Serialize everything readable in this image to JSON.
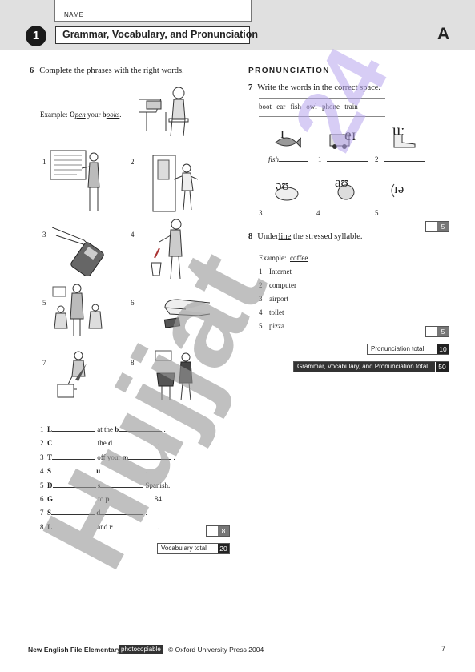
{
  "header": {
    "name_label": "NAME",
    "unit_number": "1",
    "title": "Grammar, Vocabulary, and Pronunciation",
    "section_letter": "A"
  },
  "exercise6": {
    "number": "6",
    "instruction": "Complete the phrases with the right words.",
    "example_label": "Example:",
    "example_text": "Open your books.",
    "picture_numbers": [
      "1",
      "2",
      "3",
      "4",
      "5",
      "6",
      "7",
      "8"
    ],
    "answers": [
      {
        "n": "1",
        "a": "L",
        "mid": "at the",
        "b": "b",
        "end": "."
      },
      {
        "n": "2",
        "a": "C",
        "mid": "the",
        "b": "d",
        "end": "."
      },
      {
        "n": "3",
        "a": "T",
        "mid": "off your",
        "b": "m",
        "end": "."
      },
      {
        "n": "4",
        "a": "S",
        "mid": "",
        "b": "u",
        "end": "."
      },
      {
        "n": "5",
        "a": "D",
        "mid": "",
        "b": "s",
        "end": "Spanish."
      },
      {
        "n": "6",
        "a": "G",
        "mid": "to",
        "b": "p",
        "end": "84."
      },
      {
        "n": "7",
        "a": "S",
        "mid": "",
        "b": "d",
        "end": "."
      },
      {
        "n": "8",
        "a": "L",
        "mid": "and",
        "b": "r",
        "end": "."
      }
    ],
    "score": "8",
    "vocab_total_label": "Vocabulary total",
    "vocab_total": "20"
  },
  "pronunciation": {
    "heading": "PRONUNCIATION",
    "exercise7": {
      "number": "7",
      "instruction": "Write the words in the correct space.",
      "words": [
        "boot",
        "ear",
        "fish",
        "owl",
        "phone",
        "train"
      ],
      "struck_word": "fish",
      "sounds": [
        "ɪ",
        "eɪ",
        "uː",
        "əʊ",
        "aʊ",
        "ɪə"
      ],
      "blank_numbers": [
        "1",
        "2",
        "3",
        "4",
        "5"
      ],
      "example_answer": "fish",
      "score": "5"
    },
    "exercise8": {
      "number": "8",
      "instruction_prefix": "Under",
      "instruction_underlined": "line",
      "instruction_suffix": " the stressed syllable.",
      "example_label": "Example:",
      "example_word": "coffee",
      "items": [
        {
          "n": "1",
          "w": "Internet"
        },
        {
          "n": "2",
          "w": "computer"
        },
        {
          "n": "3",
          "w": "airport"
        },
        {
          "n": "4",
          "w": "toilet"
        },
        {
          "n": "5",
          "w": "pizza"
        }
      ],
      "score": "5"
    },
    "pron_total_label": "Pronunciation total",
    "pron_total": "10",
    "gvp_total_label": "Grammar, Vocabulary, and Pronunciation total",
    "gvp_total": "50"
  },
  "footer": {
    "title": "New English File Elementary",
    "photocopiable": "photocopiable",
    "copyright": "© Oxford University Press 2004",
    "page": "7"
  },
  "watermark": {
    "text": "Hujjat",
    "number": "24",
    "grey": "#9a9a9a",
    "violet": "#b7a6ee"
  }
}
